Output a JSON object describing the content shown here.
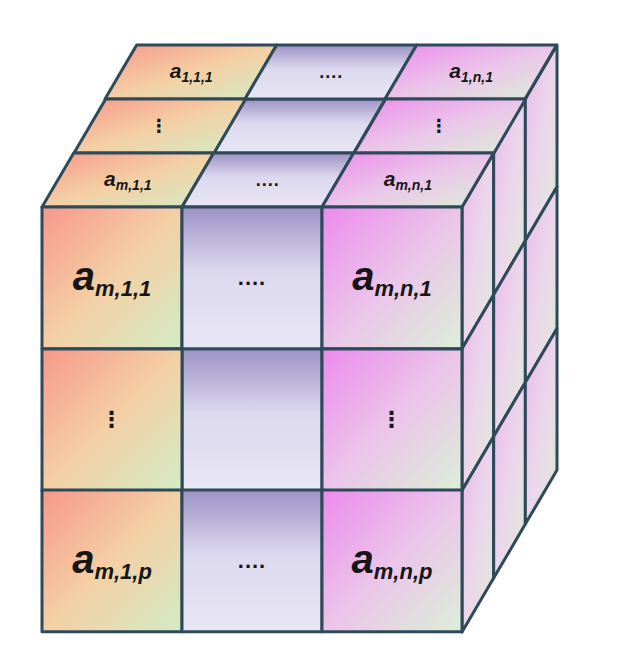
{
  "diagram": {
    "nodes": [
      {
        "text": [
          "a1,1,1"
        ]
      },
      {
        "text": [
          "...."
        ]
      },
      {
        "text": [
          "a1,n,1"
        ]
      },
      {
        "text": [
          "⋮"
        ]
      },
      {
        "text": [
          "⋮"
        ]
      },
      {
        "text": [
          "am,1,1"
        ]
      },
      {
        "text": [
          "...."
        ]
      },
      {
        "text": [
          "am,n,1"
        ]
      },
      {
        "text": [
          "am,1,1"
        ]
      },
      {
        "text": [
          "...."
        ]
      },
      {
        "text": [
          "am,n,1"
        ]
      },
      {
        "text": [
          "⋮"
        ]
      },
      {
        "text": [
          "⋮"
        ]
      },
      {
        "text": [
          "am,1,p"
        ]
      },
      {
        "text": [
          "...."
        ]
      },
      {
        "text": [
          "am,n,p"
        ]
      }
    ]
  }
}
